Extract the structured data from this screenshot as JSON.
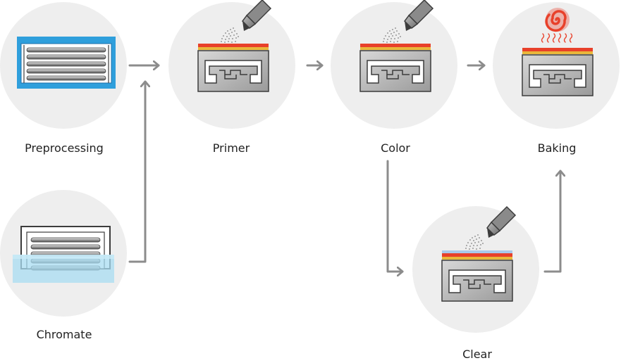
{
  "steps": {
    "preprocessing": {
      "label": "Preprocessing"
    },
    "chromate": {
      "label": "Chromate"
    },
    "primer": {
      "label": "Primer"
    },
    "color": {
      "label": "Color"
    },
    "clear": {
      "label": "Clear"
    },
    "baking": {
      "label": "Baking"
    }
  },
  "colors": {
    "circle": "#eeeeee",
    "arrow": "#8c8c8c",
    "primer_layer": "#e8402a",
    "yellow_layer": "#e9b73a",
    "clear_layer": "#a9c8ea",
    "profile_fill": "#b4b4b4",
    "profile_stroke": "#3c3c3c",
    "rack_blue": "#2f9fdc",
    "chromate_bath": "#a8dcf2",
    "heat": "#e8402a"
  }
}
